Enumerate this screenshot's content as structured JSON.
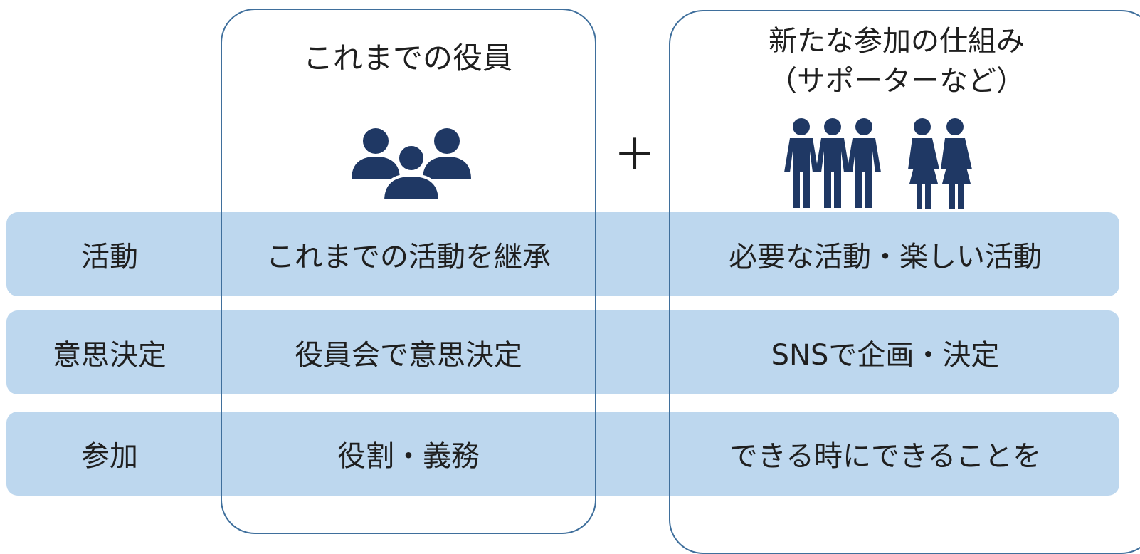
{
  "columns": {
    "old": {
      "title": "これまでの役員",
      "icon": "people-group-icon"
    },
    "new": {
      "title_line1": "新たな参加の仕組み",
      "title_line2": "（サポーターなど）",
      "icon": "crowd-icon"
    },
    "connector": "＋"
  },
  "rows": [
    {
      "label": "活動",
      "old": "これまでの活動を継承",
      "new": "必要な活動・楽しい活動"
    },
    {
      "label": "意思決定",
      "old": "役員会で意思決定",
      "new": "SNSで企画・決定"
    },
    {
      "label": "参加",
      "old": "役割・義務",
      "new": "できる時にできることを"
    }
  ],
  "colors": {
    "row_fill": "#bdd7ee",
    "icon_fill": "#1f3864",
    "border": "#3f6f9c"
  }
}
